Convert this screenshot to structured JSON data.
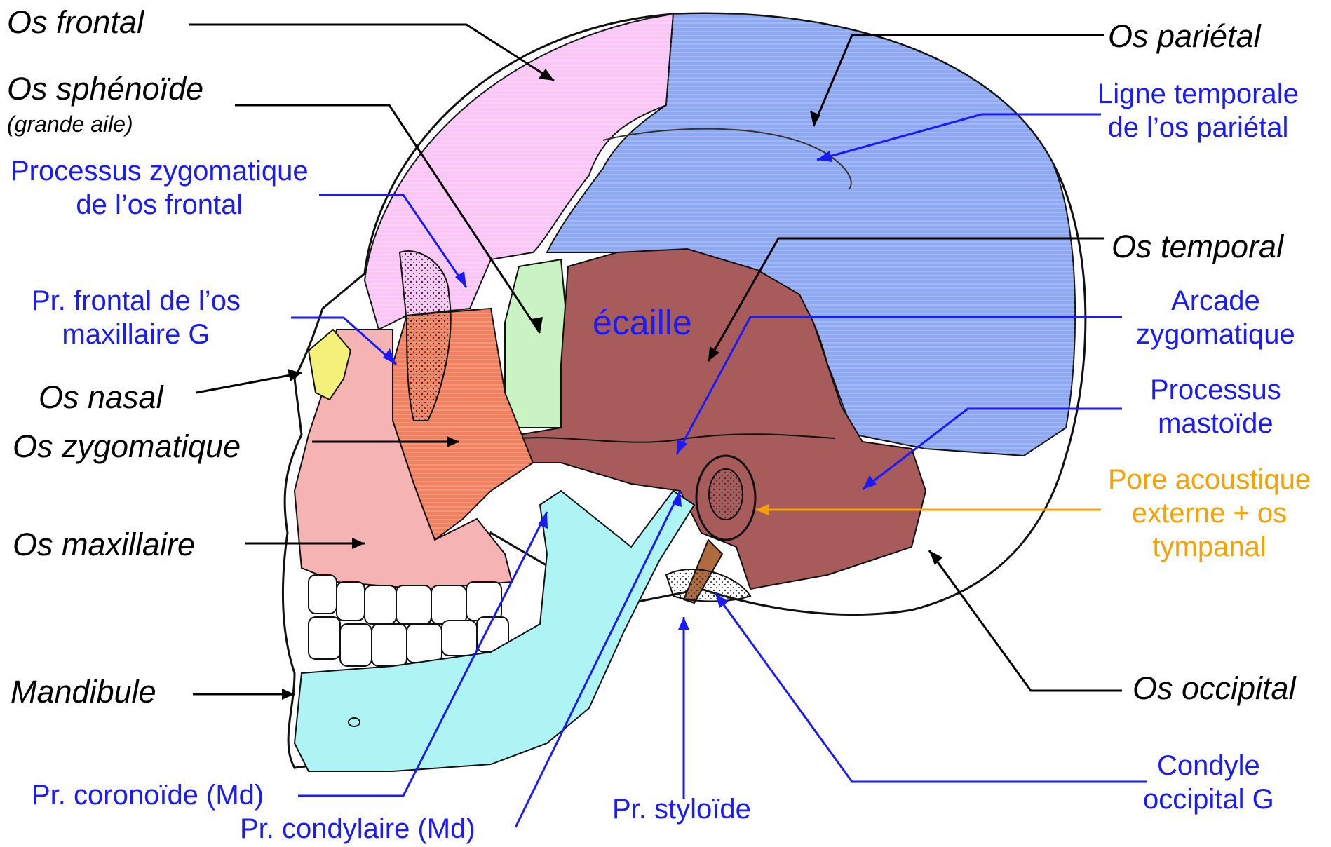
{
  "labels": {
    "os_frontal": "Os frontal",
    "os_sphenoide": "Os sphénoïde",
    "grande_aile": "(grande aile)",
    "proc_zygo_frontal": [
      "Processus zygomatique",
      "de l’os frontal"
    ],
    "pr_frontal_maxillaire": [
      "Pr. frontal de l’os",
      "maxillaire G"
    ],
    "os_nasal": "Os nasal",
    "os_zygomatique": "Os zygomatique",
    "os_maxillaire": "Os maxillaire",
    "mandibule": "Mandibule",
    "pr_coronoide": "Pr. coronoïde (Md)",
    "pr_condylaire": "Pr. condylaire (Md)",
    "pr_styloide": "Pr. styloïde",
    "os_parietal": "Os pariétal",
    "ligne_temporale": [
      "Ligne temporale",
      "de l’os pariétal"
    ],
    "os_temporal": "Os temporal",
    "arcade_zygomatique": [
      "Arcade",
      "zygomatique"
    ],
    "processus_mastoide": [
      "Processus",
      "mastoïde"
    ],
    "pore_acoustique": [
      "Pore acoustique",
      "externe + os",
      "tympanal"
    ],
    "os_occipital": "Os occipital",
    "condyle_occipital": [
      "Condyle",
      "occipital G"
    ],
    "ecaille": "écaille"
  },
  "colors": {
    "frontal": "#f9c6f5",
    "parietal": "#8fa8f2",
    "temporal": "#a85b5b",
    "sphenoid": "#c9f3c2",
    "zygomatic": "#f08060",
    "maxilla": "#f6b3b3",
    "nasal": "#f5f07a",
    "mandible": "#aef4f4",
    "styloid": "#b06a40",
    "black_label": "#000000",
    "blue_label": "#1a1aff",
    "orange_label": "#f7a100"
  }
}
